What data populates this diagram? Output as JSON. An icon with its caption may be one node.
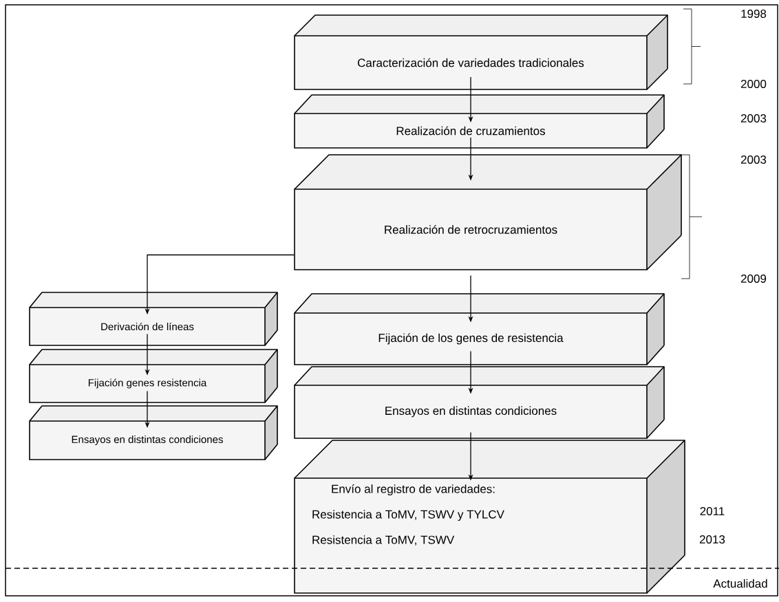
{
  "diagram": {
    "nodes": [
      {
        "text": [
          "Caracterización de variedades tradicionales"
        ]
      },
      {
        "text": [
          "Realización de cruzamientos"
        ]
      },
      {
        "text": [
          "Realización de retrocruzamientos"
        ]
      },
      {
        "text": [
          "Fijación de los genes de resistencia"
        ]
      },
      {
        "text": [
          "Ensayos en distintas condiciones"
        ]
      },
      {
        "text": [
          "Envío al registro de variedades:",
          "Resistencia a ToMV, TSWV y TYLCV",
          "Resistencia a ToMV, TSWV"
        ]
      },
      {
        "text": [
          "Derivación de líneas"
        ]
      },
      {
        "text": [
          "Fijación genes resistencia"
        ]
      },
      {
        "text": [
          "Ensayos en distintas condiciones"
        ]
      }
    ],
    "edges": [
      {
        "from": 0,
        "to": 1,
        "arrow": "to"
      },
      {
        "from": 1,
        "to": 2,
        "arrow": "to"
      },
      {
        "from": 2,
        "to": 3,
        "arrow": "to"
      },
      {
        "from": 3,
        "to": 4,
        "arrow": "to"
      },
      {
        "from": 4,
        "to": 5,
        "arrow": "to"
      },
      {
        "from": 2,
        "to": 6,
        "arrow": "to"
      },
      {
        "from": 6,
        "to": 7,
        "arrow": "to"
      },
      {
        "from": 7,
        "to": 8,
        "arrow": "to"
      }
    ],
    "labels": [
      "1998",
      "2000",
      "2003",
      "2003",
      "2009",
      "2011",
      "2013",
      "Actualidad"
    ]
  }
}
